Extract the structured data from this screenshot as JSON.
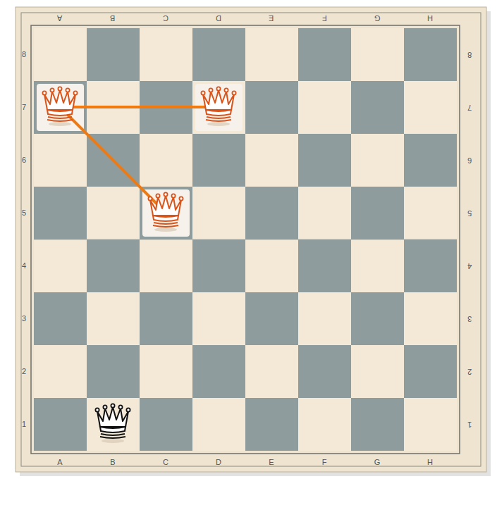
{
  "diagram": {
    "labels": [
      "A",
      "B",
      "C",
      "D",
      "E",
      "F",
      "G",
      "H",
      "8",
      "8",
      "7",
      "7",
      "6",
      "6",
      "5",
      "5",
      "4",
      "4",
      "3",
      "3",
      "2",
      "2",
      "1",
      "1",
      "A",
      "B",
      "C",
      "D",
      "E",
      "F",
      "G",
      "H"
    ]
  }
}
